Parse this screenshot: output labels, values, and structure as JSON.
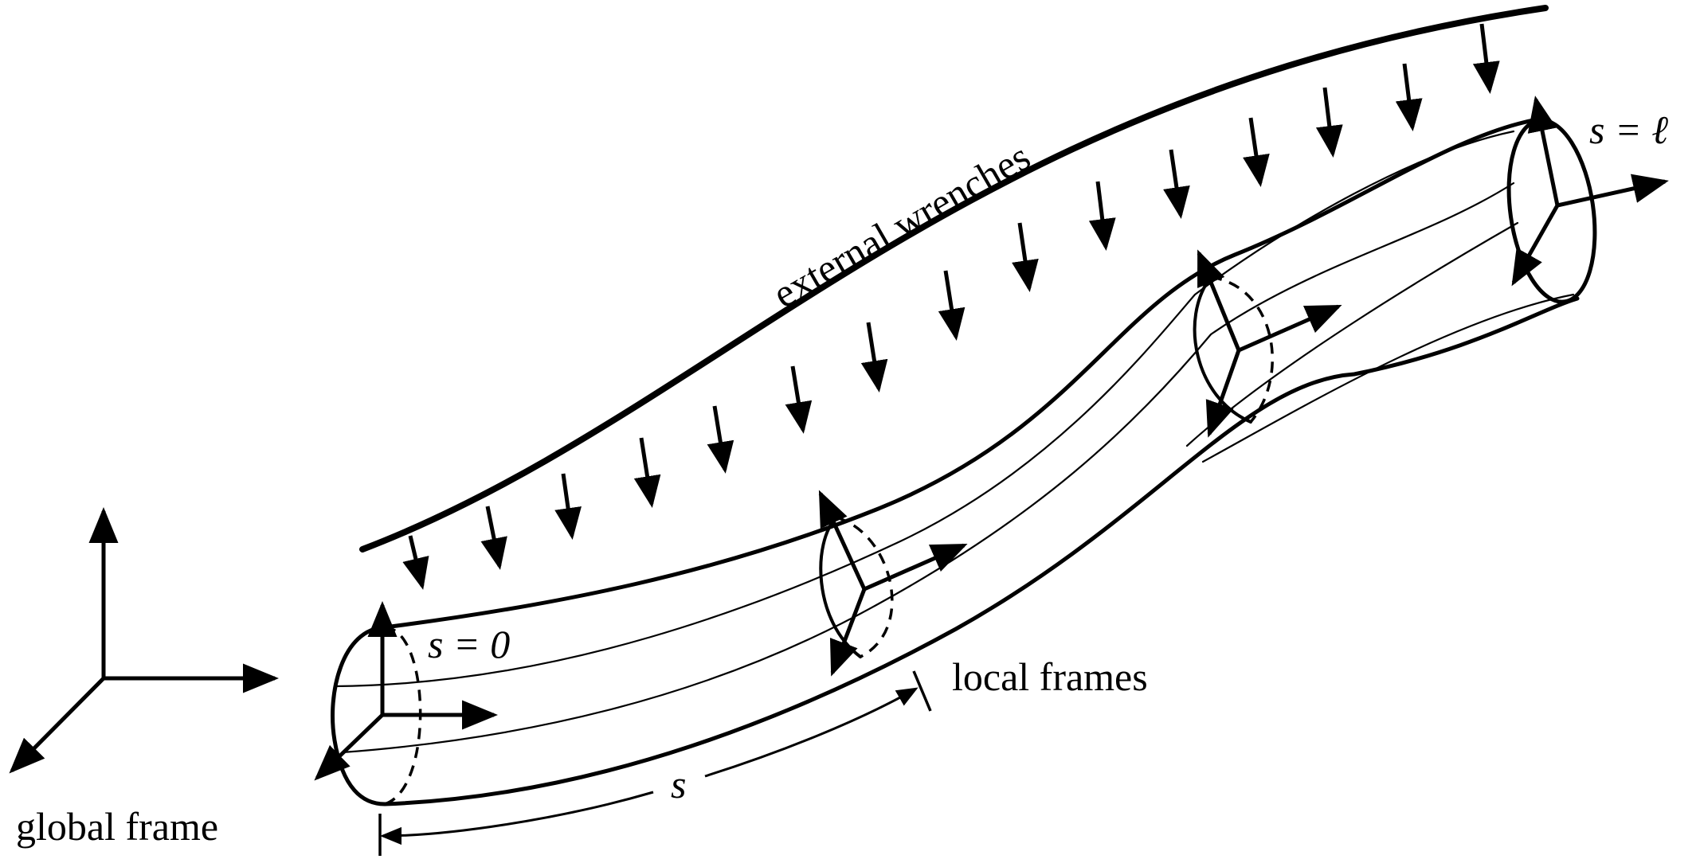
{
  "labels": {
    "external_wrenches": "external wrenches",
    "s_end": "s = ℓ",
    "s_zero": "s = 0",
    "local_frames": "local frames",
    "arc_length": "s",
    "global_frame": "global frame"
  }
}
